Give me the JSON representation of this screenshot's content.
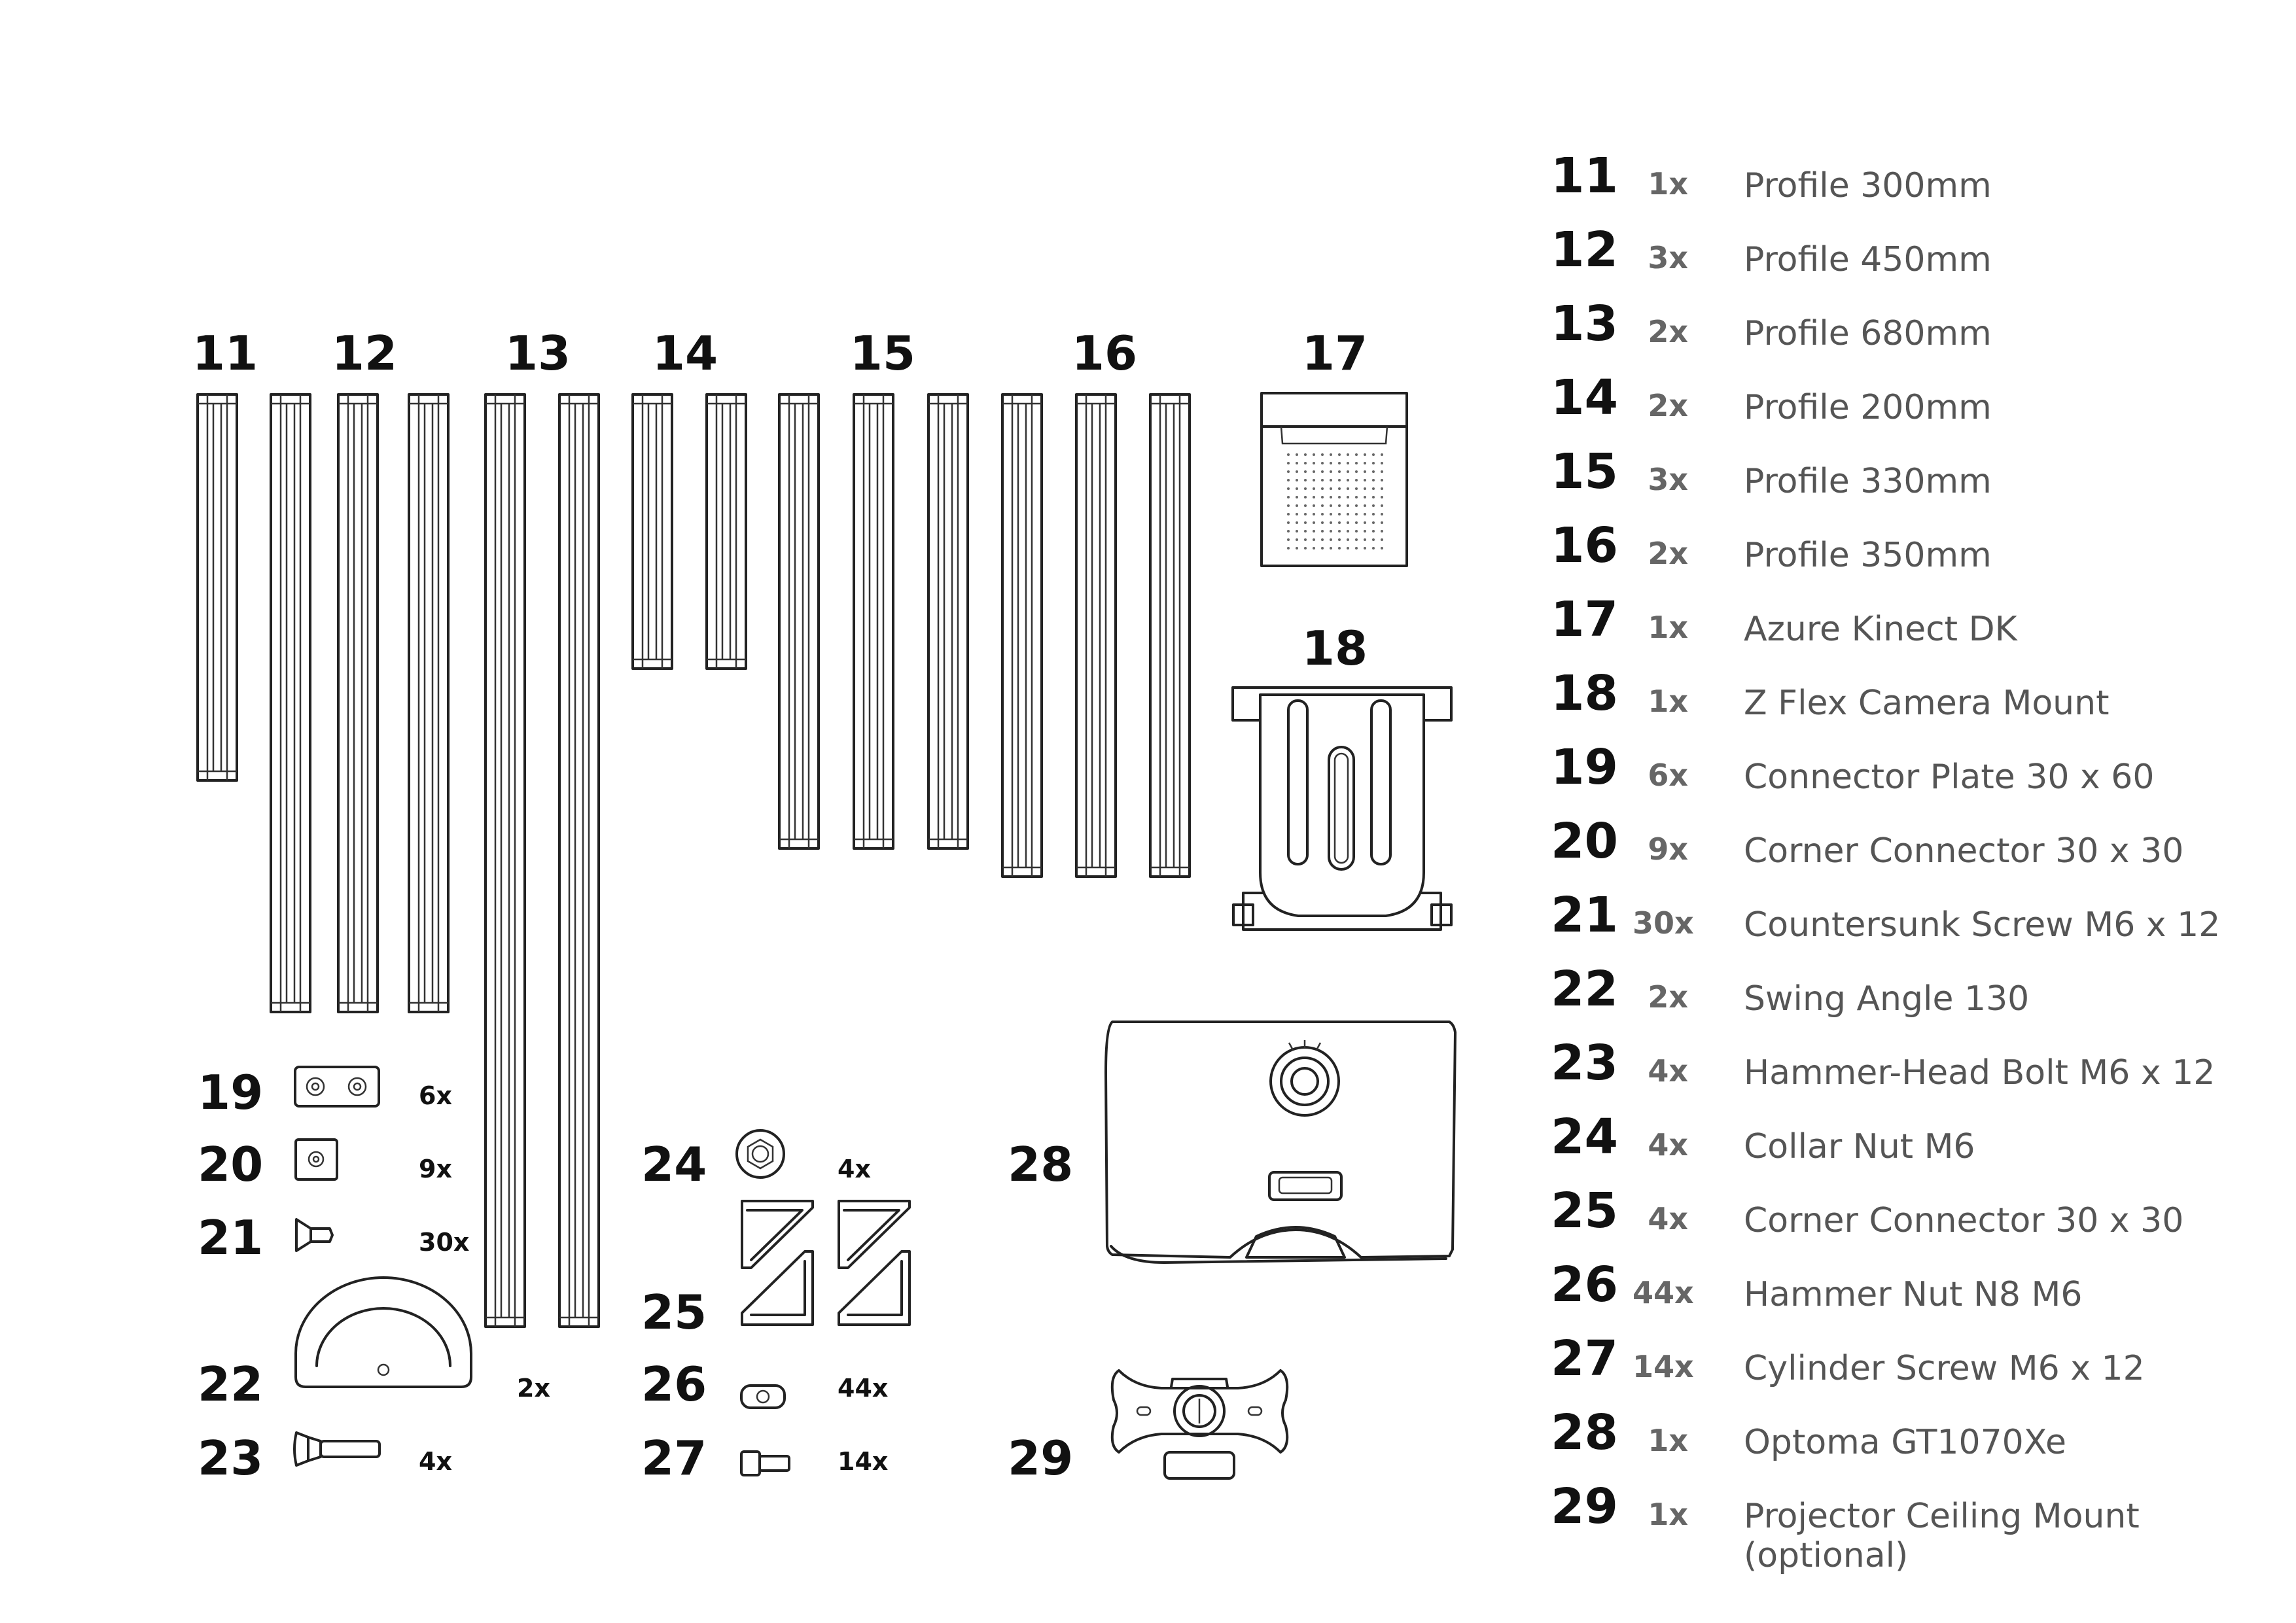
{
  "parts": [
    {
      "number": "11",
      "qty": "1x",
      "name": "Profile 300mm"
    },
    {
      "number": "12",
      "qty": "3x",
      "name": "Profile 450mm"
    },
    {
      "number": "13",
      "qty": "2x",
      "name": "Profile 680mm"
    },
    {
      "number": "14",
      "qty": "2x",
      "name": "Profile 200mm"
    },
    {
      "number": "15",
      "qty": "3x",
      "name": "Profile 330mm"
    },
    {
      "number": "16",
      "qty": "2x",
      "name": "Profile 350mm"
    },
    {
      "number": "17",
      "qty": "1x",
      "name": "Azure Kinect DK"
    },
    {
      "number": "18",
      "qty": "1x",
      "name": "Z Flex Camera Mount"
    },
    {
      "number": "19",
      "qty": "6x",
      "name": "Connector Plate 30 x 60"
    },
    {
      "number": "20",
      "qty": "9x",
      "name": "Corner Connector 30 x 30"
    },
    {
      "number": "21",
      "qty": "30x",
      "name": "Countersunk Screw M6 x 12"
    },
    {
      "number": "22",
      "qty": "2x",
      "name": "Swing Angle 130"
    },
    {
      "number": "23",
      "qty": "4x",
      "name": "Hammer-Head Bolt M6 x 12"
    },
    {
      "number": "24",
      "qty": "4x",
      "name": "Collar Nut M6"
    },
    {
      "number": "25",
      "qty": "4x",
      "name": "Corner Connector 30 x 30"
    },
    {
      "number": "26",
      "qty": "44x",
      "name": "Hammer Nut N8 M6"
    },
    {
      "number": "27",
      "qty": "14x",
      "name": "Cylinder Screw M6 x 12"
    },
    {
      "number": "28",
      "qty": "1x",
      "name": "Optoma GT1070Xe"
    },
    {
      "number": "29",
      "qty": "1x",
      "name": "Projector Ceiling Mount\n(optional)"
    }
  ]
}
